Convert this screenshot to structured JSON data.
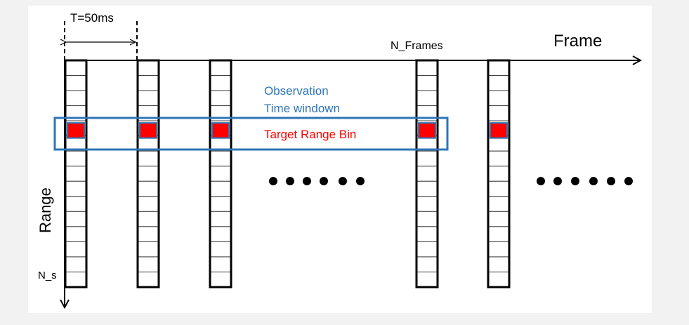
{
  "diagram": {
    "period_label": "T=50ms",
    "frames_label": "N_Frames",
    "frame_axis_label": "Frame",
    "range_axis_label": "Range",
    "ns_label": "N_s",
    "observation_label_line1": "Observation",
    "observation_label_line2": "Time windown",
    "target_label": "Target Range Bin",
    "colors": {
      "stroke": "#000000",
      "target_fill": "#ff0000",
      "window_border": "#2e75b6",
      "observation_text": "#2e75b6",
      "target_text": "#ff0000",
      "bin_border": "#404040"
    },
    "frames_shown": 5,
    "bins_per_frame": 15,
    "target_bin_index": 4
  }
}
